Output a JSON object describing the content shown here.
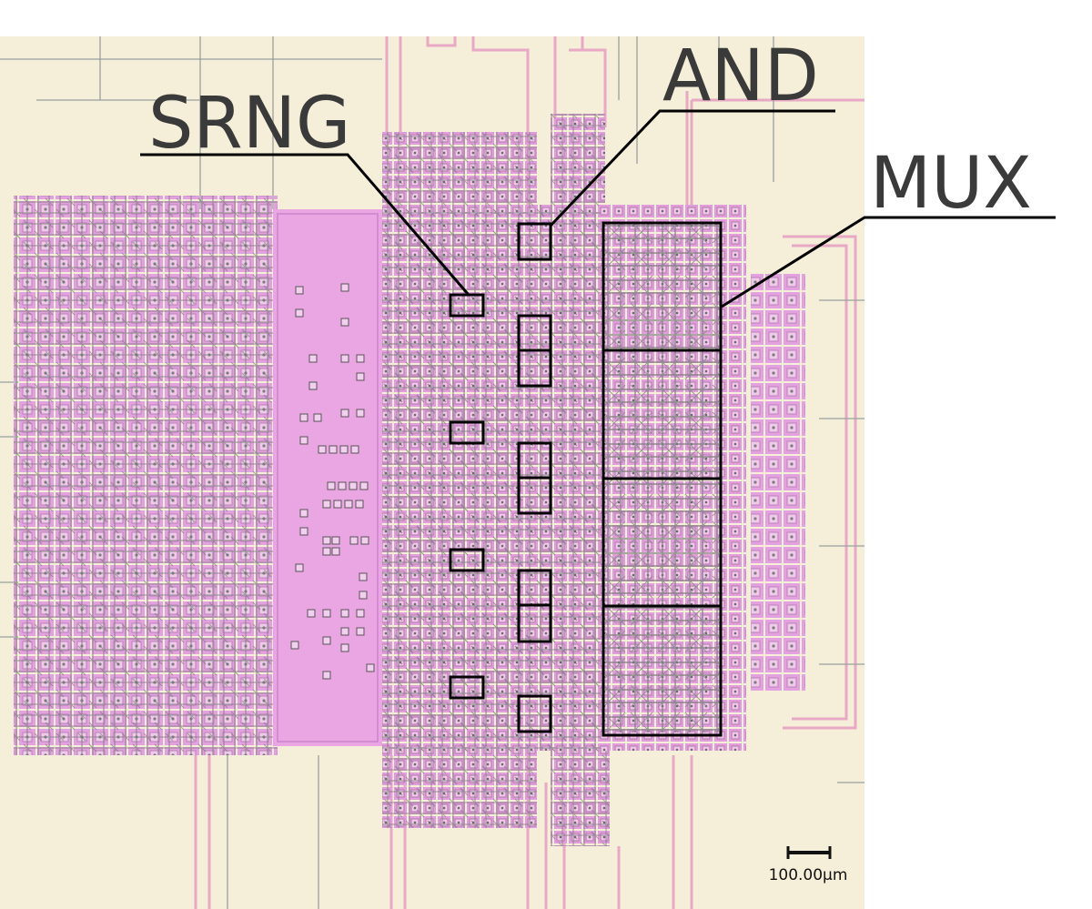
{
  "labels": {
    "srng": "SRNG",
    "and": "AND",
    "mux": "MUX"
  },
  "scale_bar": {
    "text": "100.00µm"
  },
  "colors": {
    "background": "#f6efd9",
    "metal_pink": "#e8a4e0",
    "pad_fill": "#dc9ad6",
    "trace": "#6f6f6f",
    "annotation": "#000000",
    "label_text": "#3a3a3a"
  }
}
